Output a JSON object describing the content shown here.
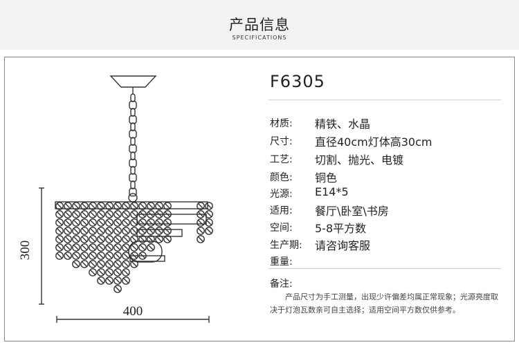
{
  "header": {
    "title": "产品信息",
    "subtitle": "SPECIFICATIONS"
  },
  "drawing": {
    "height_dim": "300",
    "width_dim": "400"
  },
  "model": "F6305",
  "specs": [
    {
      "label": "材质:",
      "value": "精铁、水晶"
    },
    {
      "label": "尺寸:",
      "value": "直径40cm灯体高30cm"
    },
    {
      "label": "工艺:",
      "value": "切割、抛光、电镀"
    },
    {
      "label": "颜色:",
      "value": "铜色"
    },
    {
      "label": "光源:",
      "value": "E14*5"
    },
    {
      "label": "适用:",
      "value": "餐厅\\卧室\\书房"
    },
    {
      "label": "空间:",
      "value": "5-8平方数"
    },
    {
      "label": "生产期:",
      "value": "请咨询客服"
    },
    {
      "label": "重量:",
      "value": ""
    }
  ],
  "note": {
    "label": "备注:",
    "text": "产品尺寸为手工测量，出现少许偏差均属正常现象；光源亮度取决于灯泡瓦数亲可自主选择；适用空间平方数仅供参考。"
  }
}
